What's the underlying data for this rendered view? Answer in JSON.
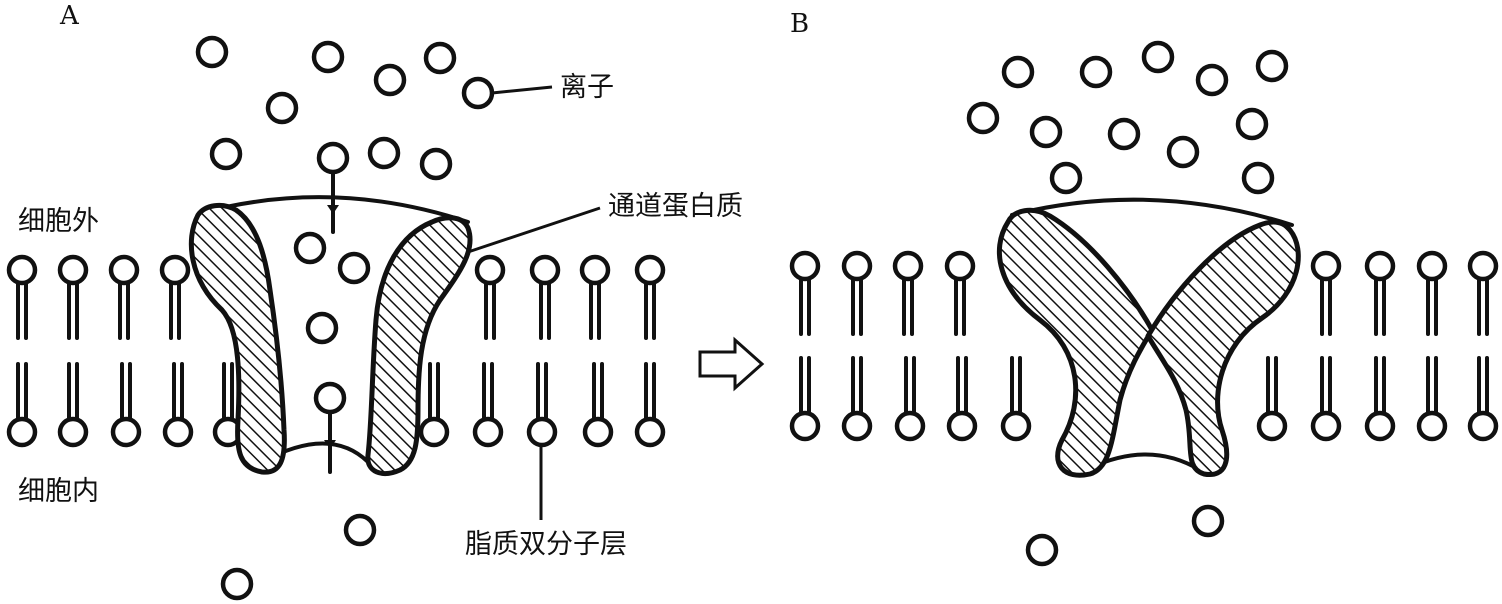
{
  "panels": {
    "a": "A",
    "b": "B"
  },
  "labels": {
    "ion": "离子",
    "channel_protein": "通道蛋白质",
    "extracellular": "细胞外",
    "intracellular": "细胞内",
    "lipid_bilayer": "脂质双分子层"
  },
  "icons": {
    "arrow": "hollow-right-arrow-icon"
  }
}
